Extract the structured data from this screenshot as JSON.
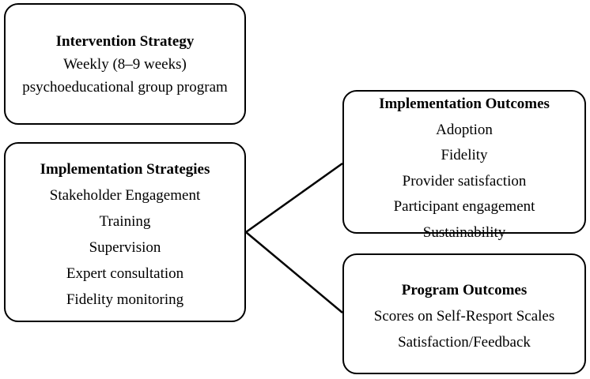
{
  "intervention": {
    "title": "Intervention Strategy",
    "lines": [
      "Weekly (8–9 weeks)",
      "psychoeducational group program"
    ]
  },
  "implementation_strategies": {
    "title": "Implementation Strategies",
    "items": [
      "Stakeholder Engagement",
      "Training",
      "Supervision",
      "Expert consultation",
      "Fidelity monitoring"
    ]
  },
  "implementation_outcomes": {
    "title": "Implementation Outcomes",
    "items": [
      "Adoption",
      "Fidelity",
      "Provider satisfaction",
      "Participant engagement",
      "Sustainability"
    ]
  },
  "program_outcomes": {
    "title": "Program Outcomes",
    "items": [
      "Scores on Self-Resport Scales",
      "Satisfaction/Feedback"
    ]
  },
  "colors": {
    "stroke": "#000000",
    "background": "#ffffff"
  }
}
